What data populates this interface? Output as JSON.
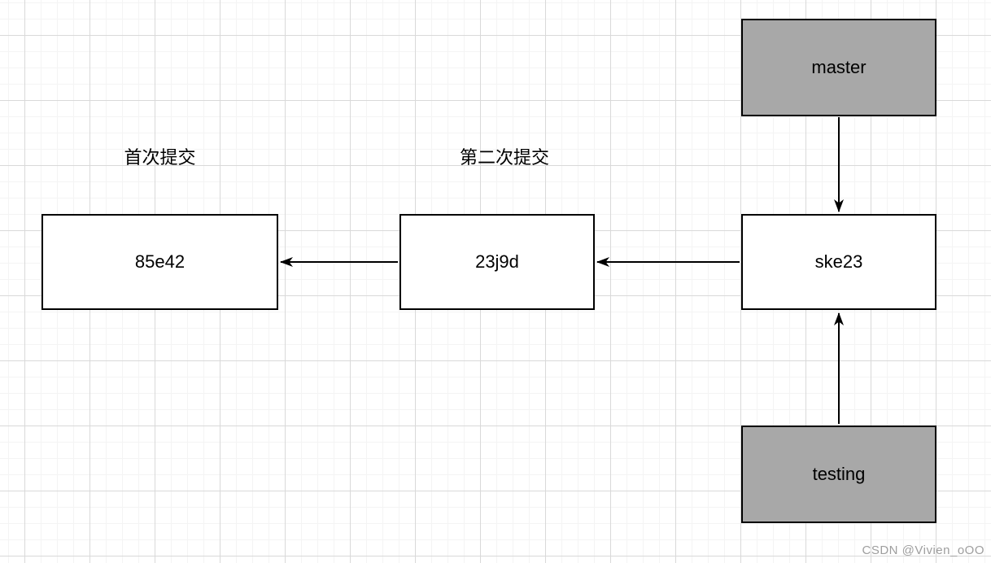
{
  "colors": {
    "branch-fill": "#a8a8a8",
    "commit-fill": "#ffffff",
    "stroke": "#000000",
    "grid-minor": "#f4f4f4",
    "grid-major": "#d9d9d9",
    "watermark": "#9e9e9e",
    "canvas-bg": "#ffffff"
  },
  "annotations": {
    "first_commit": "首次提交",
    "second_commit": "第二次提交"
  },
  "nodes": {
    "commit1": {
      "label": "85e42"
    },
    "commit2": {
      "label": "23j9d"
    },
    "commit3": {
      "label": "ske23"
    },
    "master": {
      "label": "master"
    },
    "testing": {
      "label": "testing"
    }
  },
  "edges": [
    {
      "from": "commit3",
      "to": "commit2"
    },
    {
      "from": "commit2",
      "to": "commit1"
    },
    {
      "from": "master",
      "to": "commit3"
    },
    {
      "from": "testing",
      "to": "commit3"
    }
  ],
  "watermark": {
    "text": "CSDN @Vivien_oOO"
  }
}
